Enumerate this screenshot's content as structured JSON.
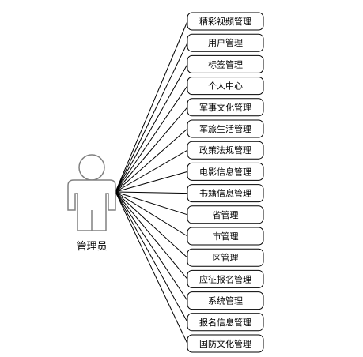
{
  "actor": {
    "label": "管理员"
  },
  "modules": [
    "精彩视频管理",
    "用户管理",
    "标签管理",
    "个人中心",
    "军事文化管理",
    "军旅生活管理",
    "政策法规管理",
    "电影信息管理",
    "书籍信息管理",
    "省管理",
    "市管理",
    "区管理",
    "应征报名管理",
    "系统管理",
    "报名信息管理",
    "国防文化管理"
  ],
  "colors": {
    "stroke": "#000000",
    "actor_stroke": "#808080",
    "actor_fill": "#ffffff"
  }
}
